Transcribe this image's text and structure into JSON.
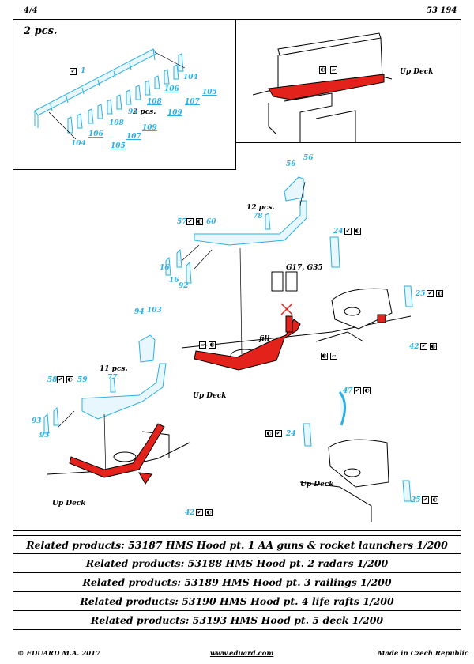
{
  "header": {
    "page": "4/4",
    "code": "53 194"
  },
  "inset": {
    "count_label": "2 pcs.",
    "inner_count": "2 pcs."
  },
  "labels": {
    "up_deck_1": "Up Deck",
    "up_deck_2": "Up Deck",
    "up_deck_3": "Up Deck",
    "up_deck_4": "Up Deck",
    "pcs12": "12 pcs.",
    "pcs11": "11 pcs.",
    "g17": "G17, G35",
    "fill": "fill"
  },
  "part_numbers": {
    "n1": "1",
    "n104a": "104",
    "n106a": "106",
    "n105a": "105",
    "n107a": "107",
    "n108a": "108",
    "n95": "95",
    "n109a": "109",
    "n108b": "108",
    "n109b": "109",
    "n107b": "107",
    "n106b": "106",
    "n104b": "104",
    "n105b": "105",
    "n56a": "56",
    "n56b": "56",
    "n78": "78",
    "n57": "57",
    "n60": "60",
    "n16a": "16",
    "n16b": "16",
    "n92": "92",
    "n24a": "24",
    "n25a": "25",
    "n42a": "42",
    "n94": "94",
    "n103": "103",
    "n77": "77",
    "n58": "58",
    "n59": "59",
    "n93a": "93",
    "n93b": "93",
    "n47": "47",
    "n24b": "24",
    "n25b": "25",
    "n42b": "42"
  },
  "related": [
    "Related products: 53187 HMS Hood pt. 1  AA guns & rocket launchers  1/200",
    "Related products: 53188 HMS Hood pt. 2 radars 1/200",
    "Related products: 53189 HMS Hood pt. 3 railings  1/200",
    "Related products: 53190 HMS Hood pt. 4 life rafts 1/200",
    "Related products: 53193 HMS Hood pt. 5 deck 1/200"
  ],
  "footer": {
    "copyright": "© EDUARD  M.A. 2017",
    "url": "www.eduard.com",
    "made": "Made in Czech Republic"
  },
  "colors": {
    "part_blue": "#2ab0e3",
    "paint_red": "#e3231b"
  }
}
